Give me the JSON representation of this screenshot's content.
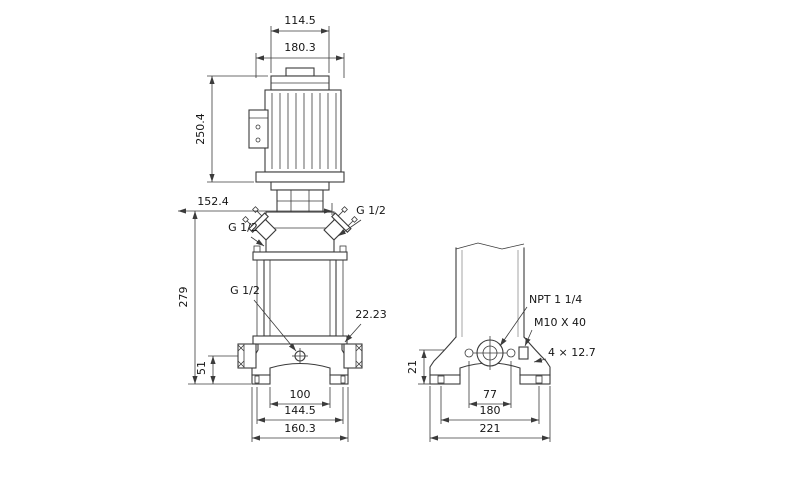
{
  "left_view": {
    "dim_top_width": "114.5",
    "dim_motor_width": "180.3",
    "dim_motor_height": "250.4",
    "dim_head_span": "152.4",
    "port_left_label": "G 1/2",
    "port_right_label": "G 1/2",
    "port_mid_label": "G 1/2",
    "dim_body_height": "279",
    "dim_base_offset": "22.23",
    "dim_port_height": "51",
    "dim_feet_inner": "100",
    "dim_bolt_span": "144.5",
    "dim_base_width": "160.3"
  },
  "right_view": {
    "port_thread_label": "NPT 1 1/4",
    "bolt_label": "M10 X 40",
    "dim_foot_height": "21",
    "slot_label": "4 × 12.7",
    "dim_port_bolt_span": "77",
    "dim_mount_span": "180",
    "dim_base_width": "221"
  }
}
